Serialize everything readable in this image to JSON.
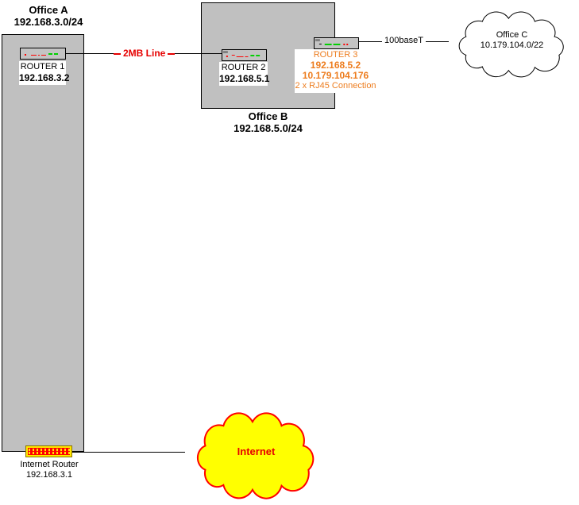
{
  "office_a": {
    "title": "Office A",
    "subnet": "192.168.3.0/24"
  },
  "office_b": {
    "title": "Office B",
    "subnet": "192.168.5.0/24"
  },
  "office_c": {
    "title": "Office C",
    "subnet": "10.179.104.0/22"
  },
  "router_1": {
    "name": "ROUTER 1",
    "ip": "192.168.3.2"
  },
  "router_2": {
    "name": "ROUTER 2",
    "ip": "192.168.5.1"
  },
  "router_3": {
    "name": "ROUTER 3",
    "ip_lan": "192.168.5.2",
    "ip_wan": "10.179.104.176",
    "note": "2 x RJ45 Connection"
  },
  "internet_router": {
    "name": "Internet Router",
    "ip": "192.168.3.1"
  },
  "internet_cloud": {
    "label": "Internet"
  },
  "links": {
    "office_a_to_b": "2MB Line",
    "office_b_to_c": "100baseT"
  },
  "colors": {
    "office_fill": "#c0c0c0",
    "link_label_red": "#e60000",
    "router3_orange": "#ed7d1f",
    "internet_cloud_fill": "#ffff00",
    "internet_cloud_stroke": "#ff0000",
    "led_green": "#00d000",
    "led_red": "#ff0000"
  }
}
